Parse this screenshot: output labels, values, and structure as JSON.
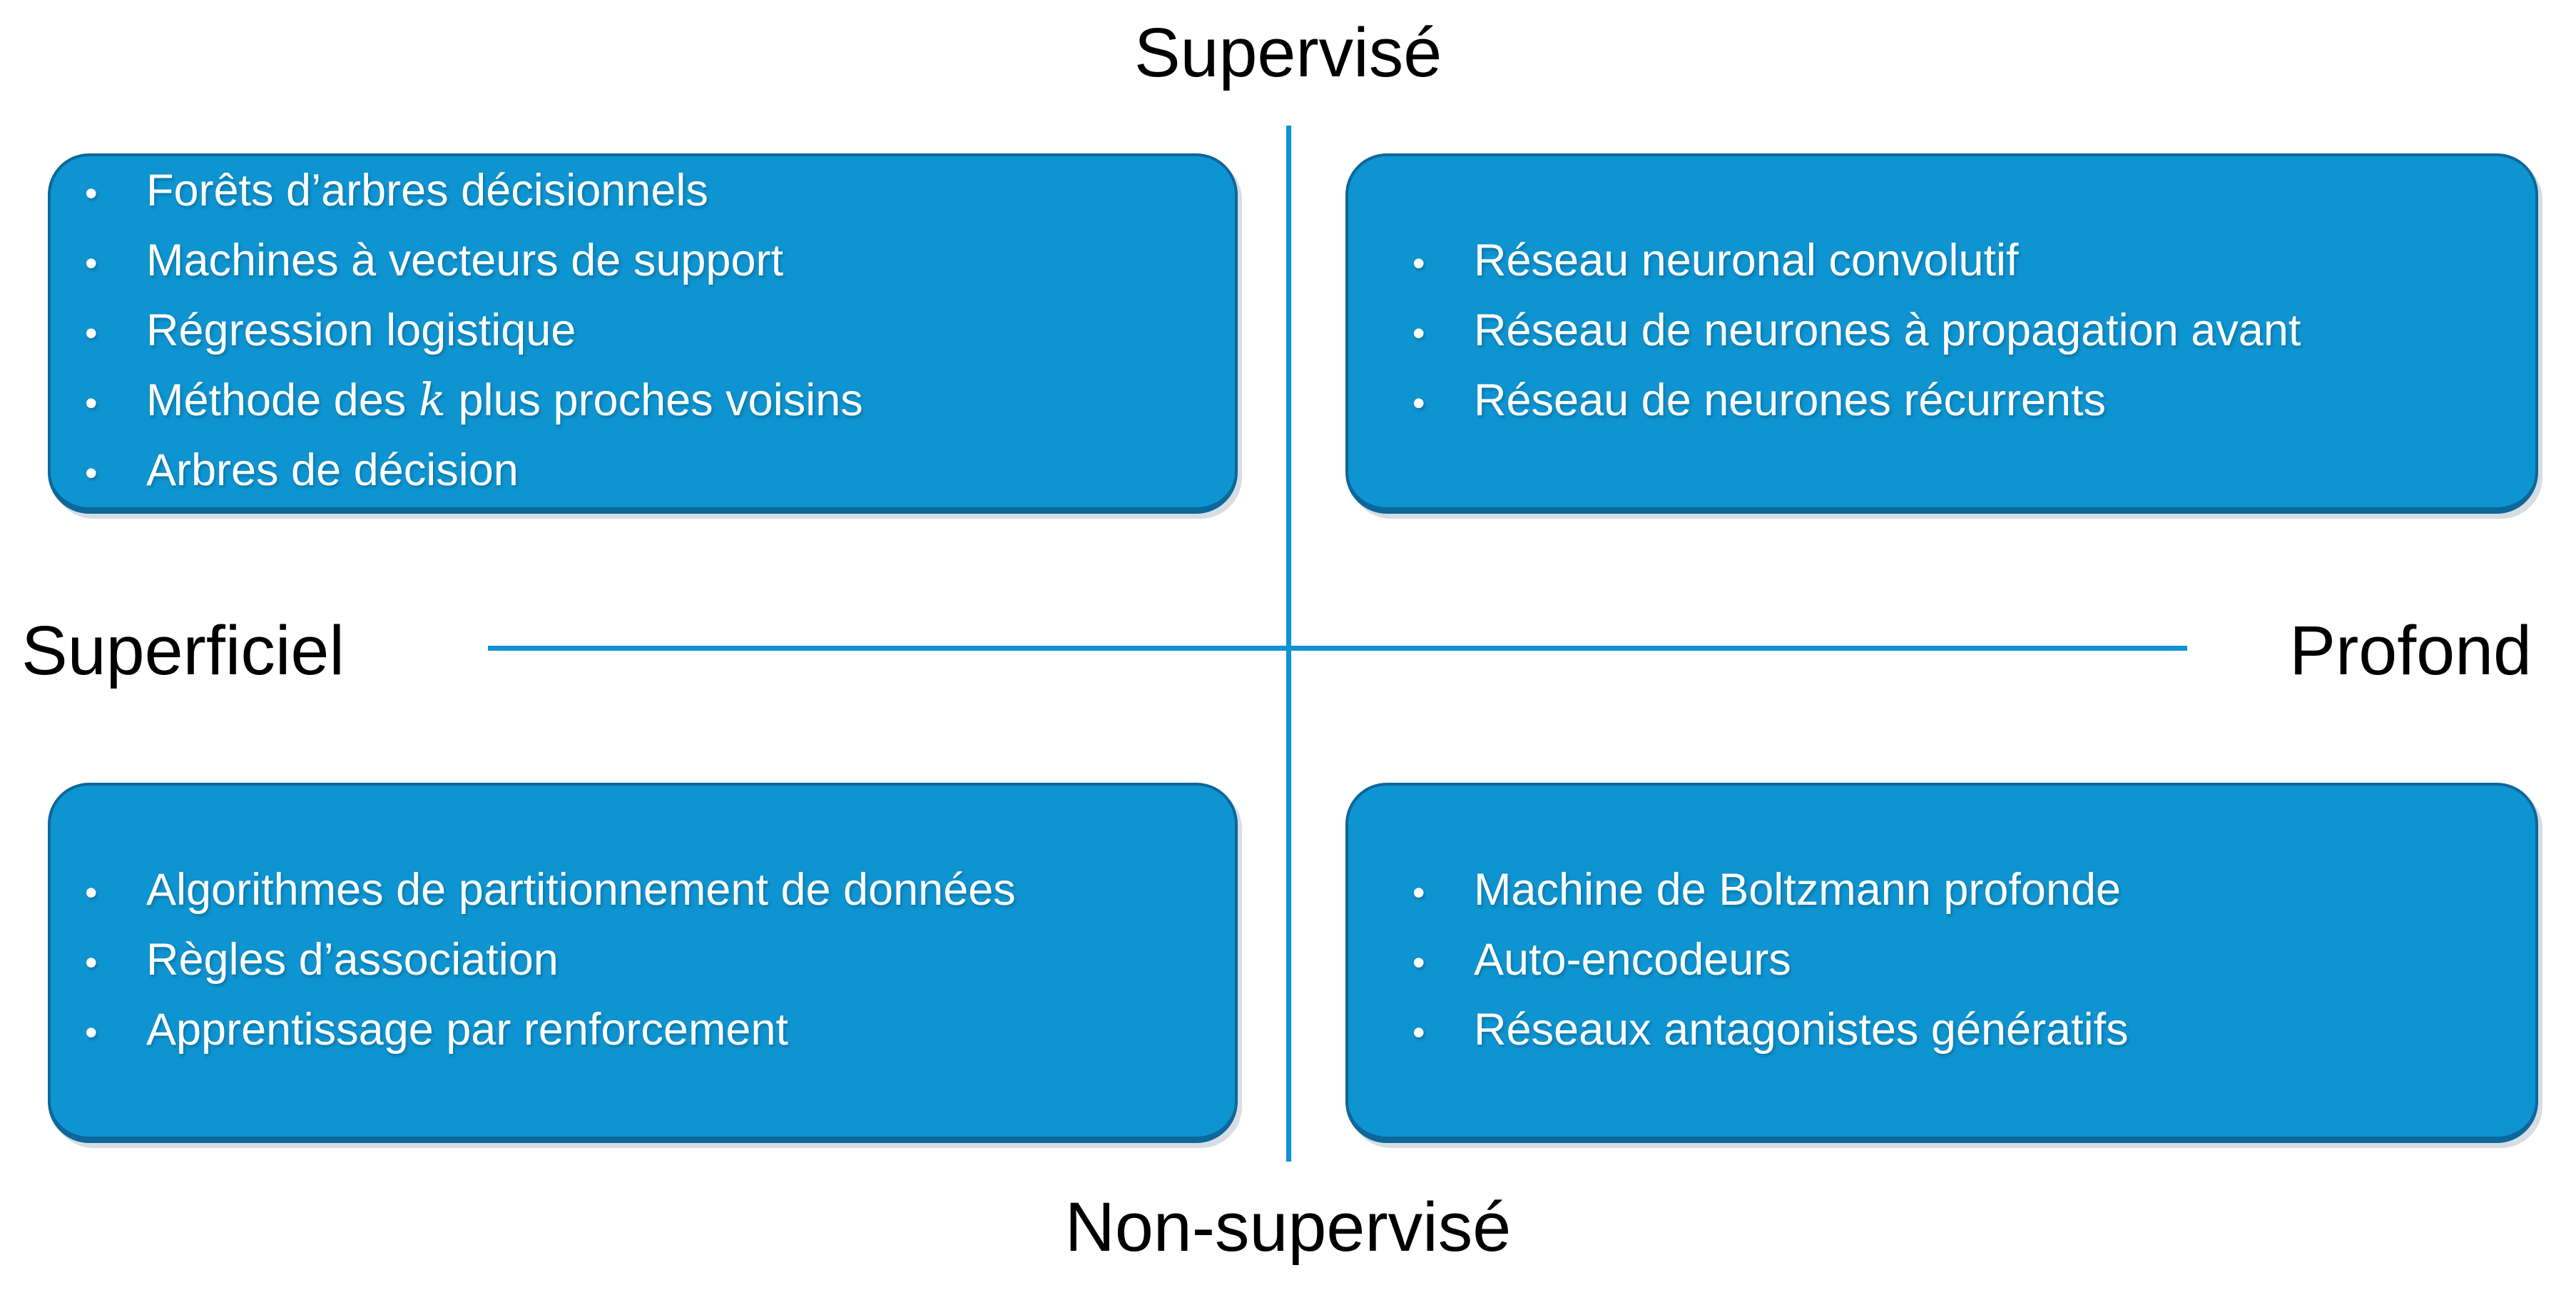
{
  "diagram": {
    "title_note": "2x2 quadrant diagram of machine learning method families (French)",
    "bullet_glyph": "•",
    "axes": {
      "top": "Supervisé",
      "bottom": "Non-supervisé",
      "left": "Superficiel",
      "right": "Profond"
    },
    "colors": {
      "box_fill": "#0E94D1",
      "box_border": "#0C679A",
      "axis_line": "#0F93D3",
      "box_text": "#FFFFFF",
      "label_text": "#000000"
    },
    "quadrants": [
      {
        "position": "top-left",
        "meaning": "Supervisé + Superficiel",
        "items": [
          "Forêts d’arbres décisionnels",
          "Machines à vecteurs de support",
          "Régression logistique",
          {
            "pre": "Méthode des ",
            "math": "k",
            "post": " plus proches voisins"
          },
          "Arbres de décision"
        ]
      },
      {
        "position": "top-right",
        "meaning": "Supervisé + Profond",
        "items": [
          "Réseau neuronal convolutif",
          "Réseau de neurones à propagation avant",
          "Réseau de neurones récurrents"
        ]
      },
      {
        "position": "bottom-left",
        "meaning": "Non-supervisé + Superficiel",
        "items": [
          "Algorithmes de partitionnement de données",
          "Règles d’association",
          "Apprentissage par renforcement"
        ]
      },
      {
        "position": "bottom-right",
        "meaning": "Non-supervisé + Profond",
        "items": [
          "Machine de Boltzmann profonde",
          "Auto-encodeurs",
          "Réseaux antagonistes génératifs"
        ]
      }
    ]
  }
}
